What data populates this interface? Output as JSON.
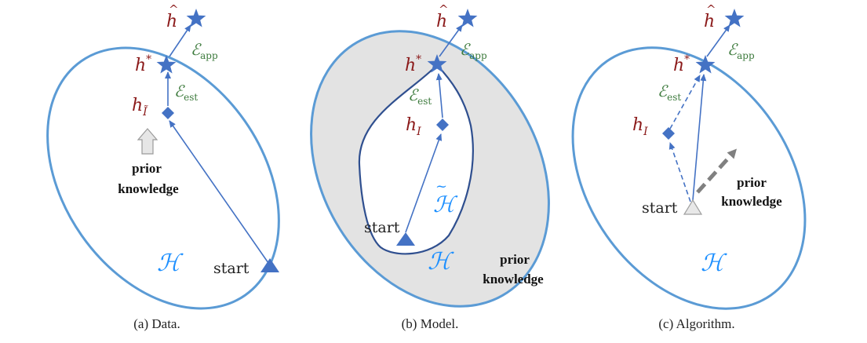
{
  "colors": {
    "ellipse": "#5b9bd5",
    "arrow": "#4472c4",
    "marker": "#4472c4",
    "hypothesis_label": "#8b1a1a",
    "error_label": "#3c7a3c",
    "space_label": "#1e90ff",
    "subspace_border": "#2f4f8f",
    "model_fill": "#e3e3e3",
    "prior_arrow_fill": "#e6e6e6",
    "prior_arrow_stroke": "#9a9a9a",
    "algo_arrow": "#808080"
  },
  "panels": [
    {
      "caption": "(a) Data.",
      "h_hat": "h",
      "h_star": "h",
      "h_i": "h",
      "h_i_sub": "Ĩ",
      "e_app": "ℰ",
      "e_app_sub": "app",
      "e_est": "ℰ",
      "e_est_sub": "est",
      "start": "start",
      "space": "ℋ",
      "prior_line1": "prior",
      "prior_line2": "knowledge"
    },
    {
      "caption": "(b) Model.",
      "h_hat": "h",
      "h_star": "h",
      "h_i": "h",
      "h_i_sub": "I",
      "e_app": "ℰ",
      "e_app_sub": "app",
      "e_est": "ℰ",
      "e_est_sub": "est",
      "start": "start",
      "space": "ℋ",
      "subspace": "ℋ",
      "prior_line1": "prior",
      "prior_line2": "knowledge"
    },
    {
      "caption": "(c) Algorithm.",
      "h_hat": "h",
      "h_star": "h",
      "h_i": "h",
      "h_i_sub": "I",
      "e_app": "ℰ",
      "e_app_sub": "app",
      "e_est": "ℰ",
      "e_est_sub": "est",
      "start": "start",
      "space": "ℋ",
      "prior_line1": "prior",
      "prior_line2": "knowledge"
    }
  ]
}
